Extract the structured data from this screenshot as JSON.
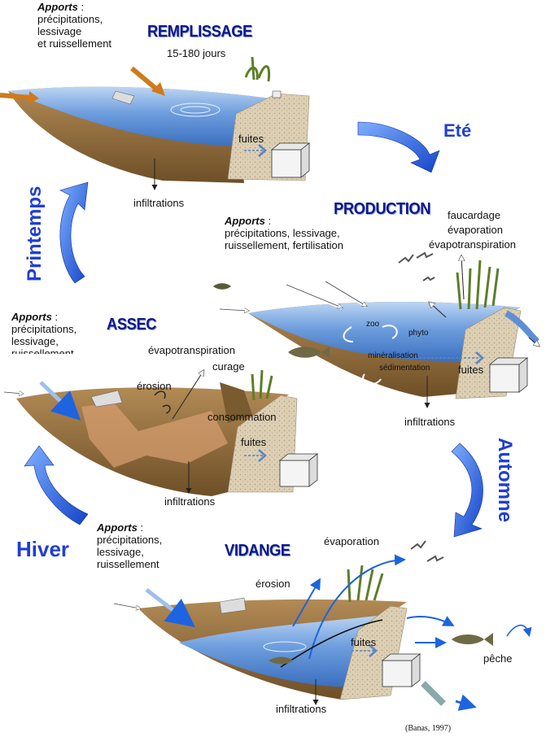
{
  "stages": {
    "remplissage": {
      "title": "REMPLISSAGE",
      "duration": "15-180 jours",
      "apports_label": "Apports",
      "apports_colon": " :",
      "apports_lines": [
        "précipitations,",
        "lessivage",
        "et ruissellement"
      ],
      "fuites": "fuites",
      "infiltrations": "infiltrations"
    },
    "production": {
      "title": "PRODUCTION",
      "apports_label": "Apports",
      "apports_colon": " :",
      "apports_lines": [
        "précipitations, lessivage,",
        "ruissellement, fertilisation"
      ],
      "outputs": [
        "faucardage",
        "évaporation",
        "évapotranspiration"
      ],
      "zoo": "zoo",
      "phyto": "phyto",
      "mineralisation": "minéralisation",
      "sedimentation": "sédimentation",
      "fuites": "fuites",
      "infiltrations": "infiltrations"
    },
    "assec": {
      "title": "ASSEC",
      "apports_label": "Apports",
      "apports_colon": " :",
      "apports_lines": [
        "précipitations,",
        "lessivage,",
        "ruissellement"
      ],
      "evapotranspiration": "évapotranspiration",
      "curage": "curage",
      "erosion": "érosion",
      "consommation": "consommation",
      "fuites": "fuites",
      "infiltrations": "infiltrations"
    },
    "vidange": {
      "title": "VIDANGE",
      "apports_label": "Apports",
      "apports_colon": " :",
      "apports_lines": [
        "précipitations,",
        "lessivage,",
        "ruissellement"
      ],
      "evaporation": "évaporation",
      "erosion": "érosion",
      "fuites": "fuites",
      "peche": "pêche",
      "infiltrations": "infiltrations"
    }
  },
  "seasons": {
    "ete": "Eté",
    "automne": "Automne",
    "hiver": "Hiver",
    "printemps": "Printemps"
  },
  "citation": "(Banas, 1997)",
  "colors": {
    "water": "#5c8fd6",
    "water_light": "#a9c8ee",
    "soil": "#8a6a3e",
    "soil_light": "#c9a46a",
    "dam": "#d8c9ad",
    "season_arrow": "#1e63e0",
    "season_text": "#1f3fd1",
    "title": "#0a1a8c",
    "inflow_arrow": "#d07a1a"
  }
}
